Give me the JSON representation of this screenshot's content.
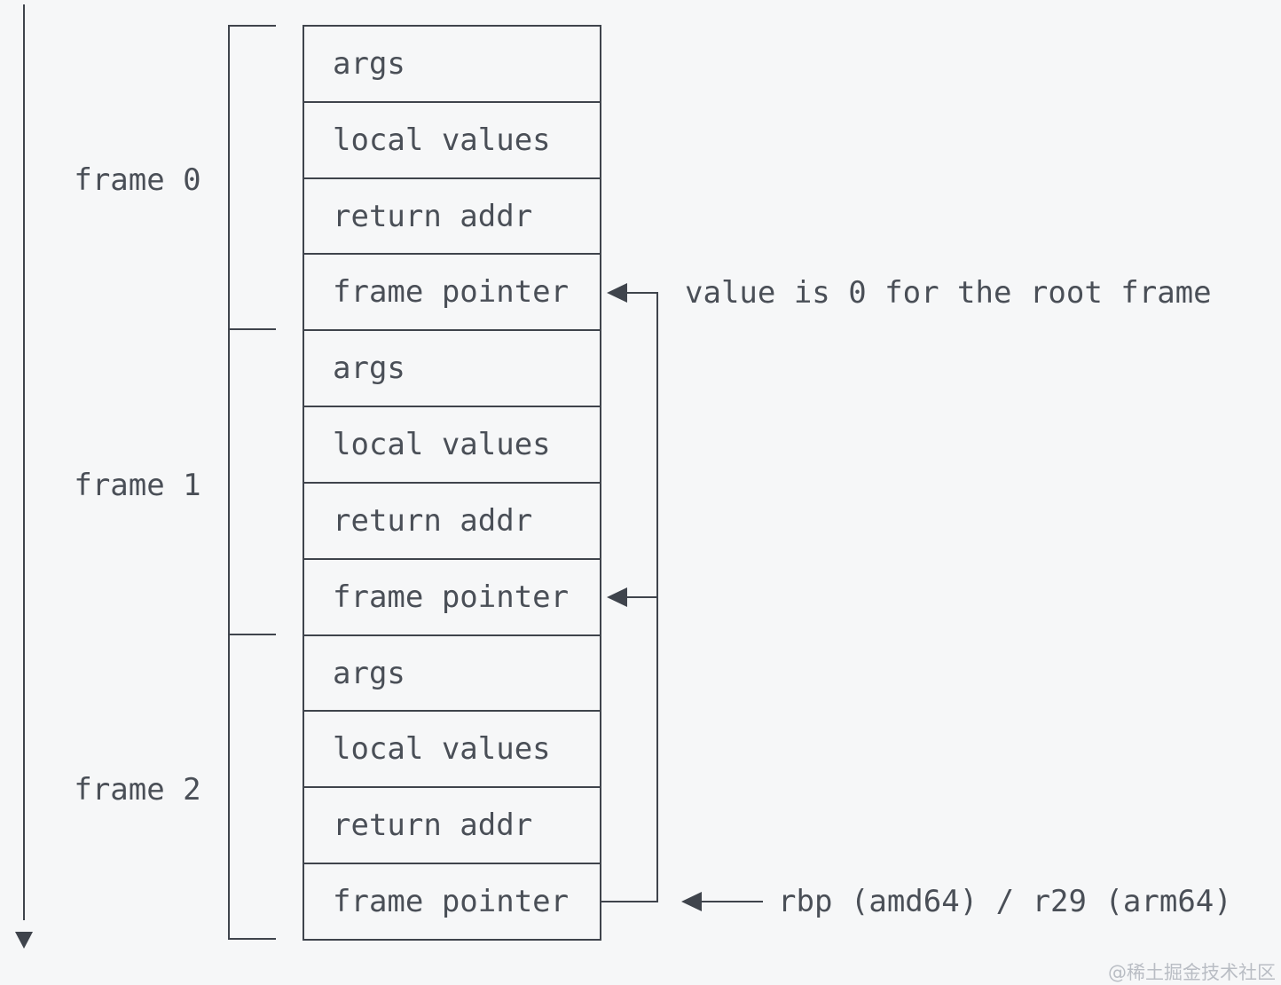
{
  "colors": {
    "background": "#f6f7f8",
    "line": "#3f444c",
    "text": "#4a4f57",
    "watermark": "#b9bdc4"
  },
  "stack": {
    "frames": [
      {
        "label": "frame 0",
        "cells": [
          "args",
          "local values",
          "return addr",
          "frame pointer"
        ]
      },
      {
        "label": "frame 1",
        "cells": [
          "args",
          "local values",
          "return addr",
          "frame pointer"
        ]
      },
      {
        "label": "frame 2",
        "cells": [
          "args",
          "local values",
          "return addr",
          "frame pointer"
        ]
      }
    ]
  },
  "annotations": {
    "root_frame_note": "value is 0 for the root frame",
    "register_note": "rbp (amd64) / r29 (arm64)"
  },
  "watermark": "@稀土掘金技术社区"
}
